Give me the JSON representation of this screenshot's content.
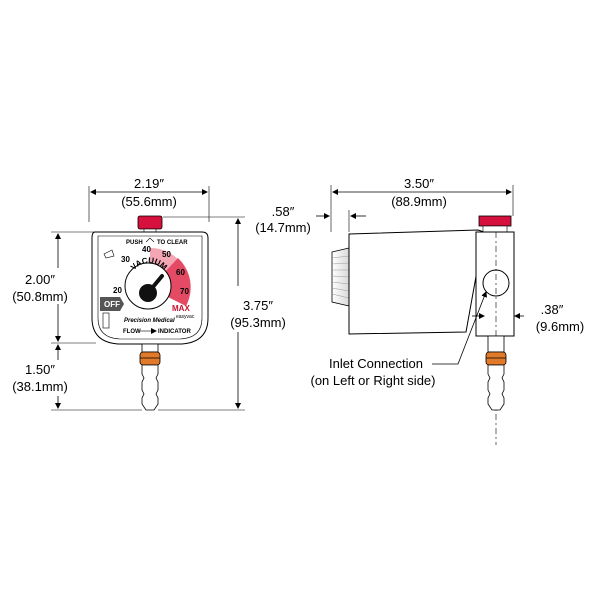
{
  "front_view": {
    "width_in": "2.19″",
    "width_mm": "(55.6mm)",
    "height_in": "2.00″",
    "height_mm": "(50.8mm)",
    "stem_in": "1.50″",
    "stem_mm": "(38.1mm)",
    "total_in": "3.75″",
    "total_mm": "(95.3mm)",
    "dial": {
      "push_label": "PUSH",
      "clear_label": "TO CLEAR",
      "vacuum_label": "VACUUM",
      "off_label": "OFF",
      "max_label": "MAX",
      "scale": [
        "20",
        "30",
        "40",
        "50",
        "60",
        "70"
      ],
      "brand_label": "Precision Medical",
      "flow_label": "FLOW",
      "indicator_label": "INDICATOR",
      "small_label": "easyvac"
    }
  },
  "side_view": {
    "depth_in": "3.50″",
    "depth_mm": "(88.9mm)",
    "knob_in": ".58″",
    "knob_mm": "(14.7mm)",
    "inlet_in": ".38″",
    "inlet_mm": "(9.6mm)",
    "inlet_line1": "Inlet Connection",
    "inlet_line2": "(on Left or Right side)"
  },
  "colors": {
    "button_red": "#d6113d",
    "dial_pink": "#f4a6b4",
    "dial_red": "#e23a56",
    "orange_ring": "#e07a2a",
    "outline": "#000000"
  }
}
